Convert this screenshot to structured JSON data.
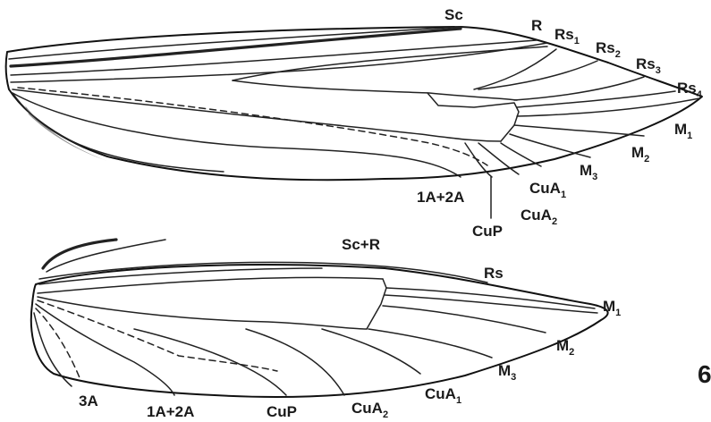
{
  "forewing": {
    "labels": {
      "sc": "Sc",
      "r": "R",
      "rs1": {
        "base": "Rs",
        "sub": "1"
      },
      "rs2": {
        "base": "Rs",
        "sub": "2"
      },
      "rs3": {
        "base": "Rs",
        "sub": "3"
      },
      "rs4": {
        "base": "Rs",
        "sub": "4"
      },
      "m1": {
        "base": "M",
        "sub": "1"
      },
      "m2": {
        "base": "M",
        "sub": "2"
      },
      "m3": {
        "base": "M",
        "sub": "3"
      },
      "cua1": {
        "base": "CuA",
        "sub": "1"
      },
      "cua2": {
        "base": "CuA",
        "sub": "2"
      },
      "cup": "CuP",
      "a12": "1A+2A"
    }
  },
  "hindwing": {
    "labels": {
      "scr": "Sc+R",
      "rs": "Rs",
      "m1": {
        "base": "M",
        "sub": "1"
      },
      "m2": {
        "base": "M",
        "sub": "2"
      },
      "m3": {
        "base": "M",
        "sub": "3"
      },
      "cua1": {
        "base": "CuA",
        "sub": "1"
      },
      "cua2": {
        "base": "CuA",
        "sub": "2"
      },
      "cup": "CuP",
      "a12": "1A+2A",
      "a3": "3A"
    }
  },
  "figure_number_fragment": "6"
}
